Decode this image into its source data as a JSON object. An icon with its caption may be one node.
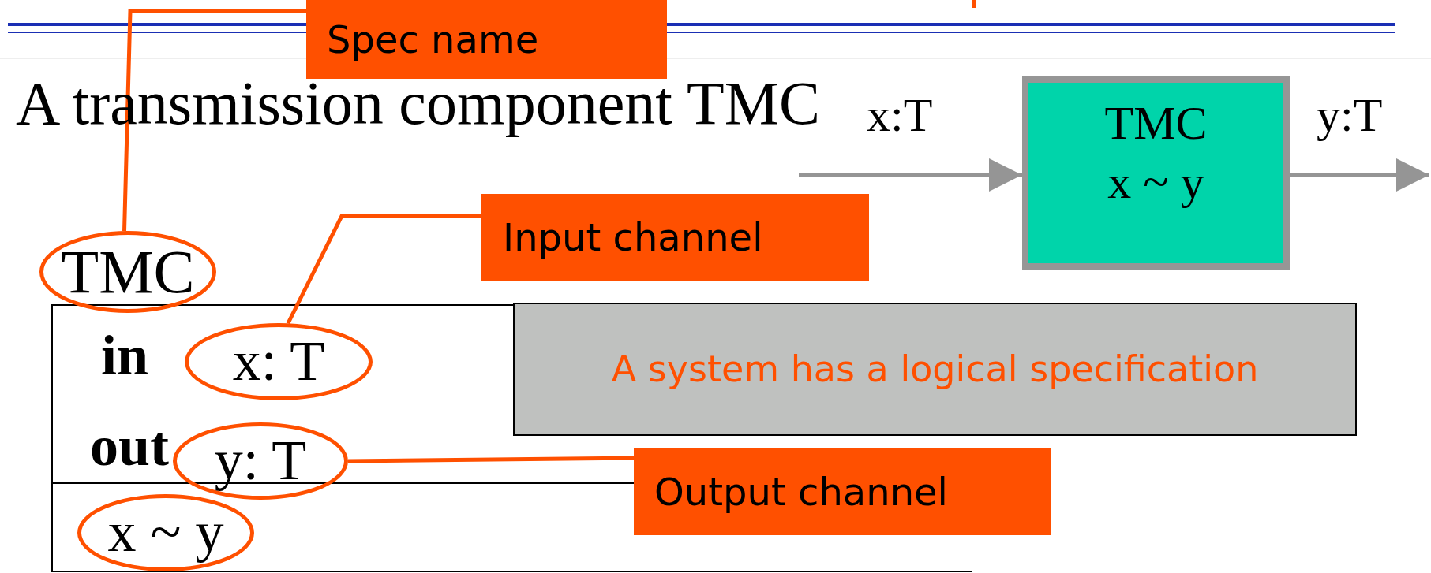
{
  "diagram": {
    "title": "A transmission component TMC",
    "nodes": [
      {
        "text": [
          "Spec name"
        ]
      },
      {
        "text": [
          "TMC"
        ]
      },
      {
        "text": [
          "Input channel"
        ]
      },
      {
        "text": [
          "x: T"
        ]
      },
      {
        "text": [
          "Output channel"
        ]
      },
      {
        "text": [
          "y: T"
        ]
      },
      {
        "text": [
          "x ~ y"
        ]
      },
      {
        "text": [
          "A system has a logical specification"
        ]
      },
      {
        "text": [
          "TMC",
          "x ~ y"
        ]
      }
    ],
    "edges": [
      {
        "from": 0,
        "to": 1,
        "arrow": "none"
      },
      {
        "from": 2,
        "to": 3,
        "arrow": "none"
      },
      {
        "from": 4,
        "to": 5,
        "arrow": "none"
      },
      {
        "from": null,
        "to": 8,
        "arrow": "to",
        "label": "x:T",
        "color": "#959595"
      },
      {
        "from": 8,
        "to": null,
        "arrow": "to",
        "label": "y:T",
        "color": "#959595"
      }
    ],
    "labels": [
      "in",
      "out"
    ]
  }
}
